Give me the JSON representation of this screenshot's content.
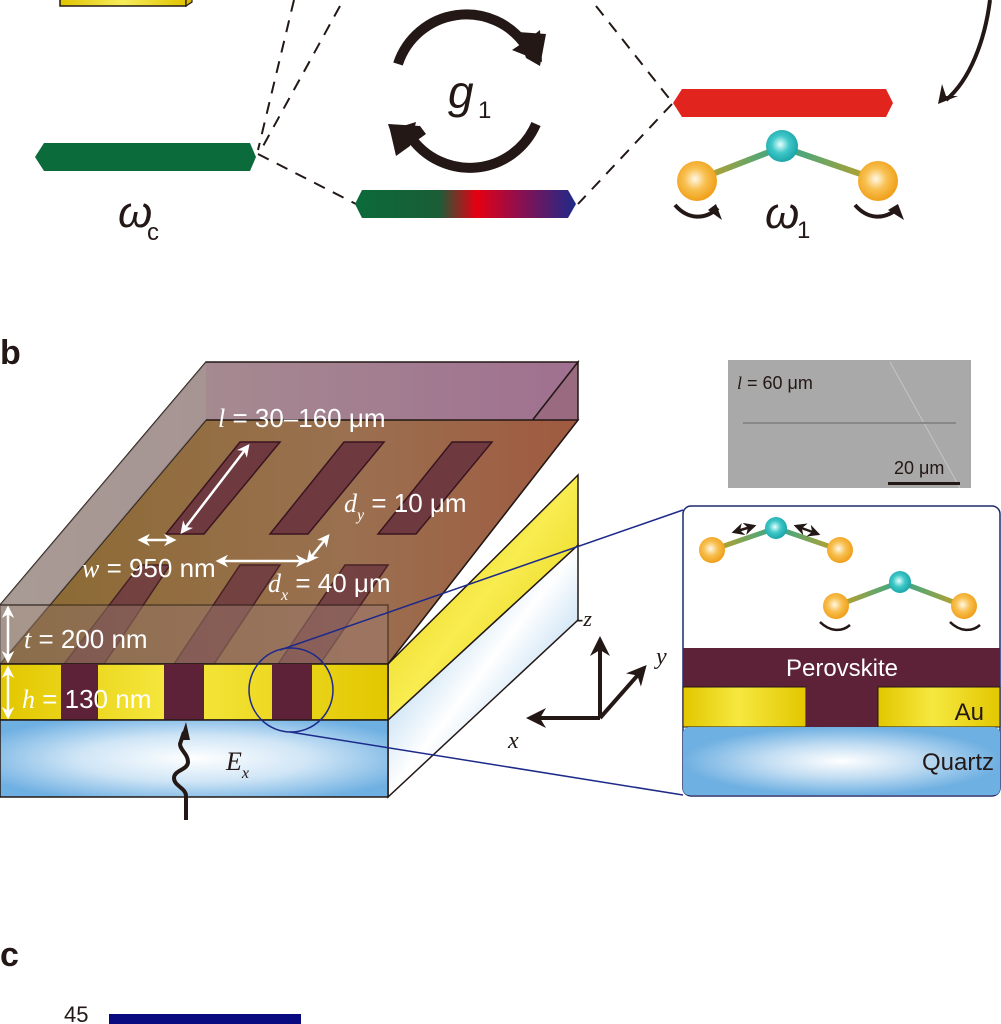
{
  "panel_a": {
    "coupling_label": "g",
    "coupling_sub": "1",
    "cavity_label": "ω",
    "cavity_sub": "c",
    "vibration_label": "ω",
    "vibration_sub": "1",
    "colors": {
      "cavity_mode": "#0b6b3a",
      "vibrational_mode": "#e2241f",
      "polariton_gradient": [
        "#0b6b3a",
        "#1a5d37",
        "#e60012",
        "#1d2a8a"
      ],
      "gold_block": "#f0d000",
      "carbon_atom": "#25b6b8",
      "oxygen_atom": "#f4a21f"
    }
  },
  "panel_b": {
    "label": "b",
    "dims": {
      "l": {
        "var": "l",
        "text": " = 30–160 μm"
      },
      "dy": {
        "var": "d",
        "sub": "y",
        "text": " = 10 μm"
      },
      "w": {
        "var": "w",
        "text": " = 950 nm"
      },
      "dx": {
        "var": "d",
        "sub": "x",
        "text": " = 40 μm"
      },
      "t": {
        "var": "t",
        "text": " = 200 nm"
      },
      "h": {
        "var": "h",
        "text": " = 130 nm"
      }
    },
    "field": {
      "var": "E",
      "sub": "x"
    },
    "axes": {
      "z": "-z",
      "y": "y",
      "x": "x"
    },
    "sem_image": {
      "label_var": "l",
      "label_text": " = 60 μm",
      "scalebar": "20 μm"
    },
    "inset_layers": {
      "perovskite": "Perovskite",
      "au": "Au",
      "quartz": "Quartz"
    },
    "colors": {
      "perovskite": "#5e2238",
      "gold": "#e2c700",
      "quartz": "#6fb0e2",
      "top_layer": "#a07a8a",
      "inset_border": "#1d2a6b"
    }
  },
  "panel_c": {
    "label": "c",
    "tick_label": "45",
    "bar_color": "#0a0a80"
  }
}
